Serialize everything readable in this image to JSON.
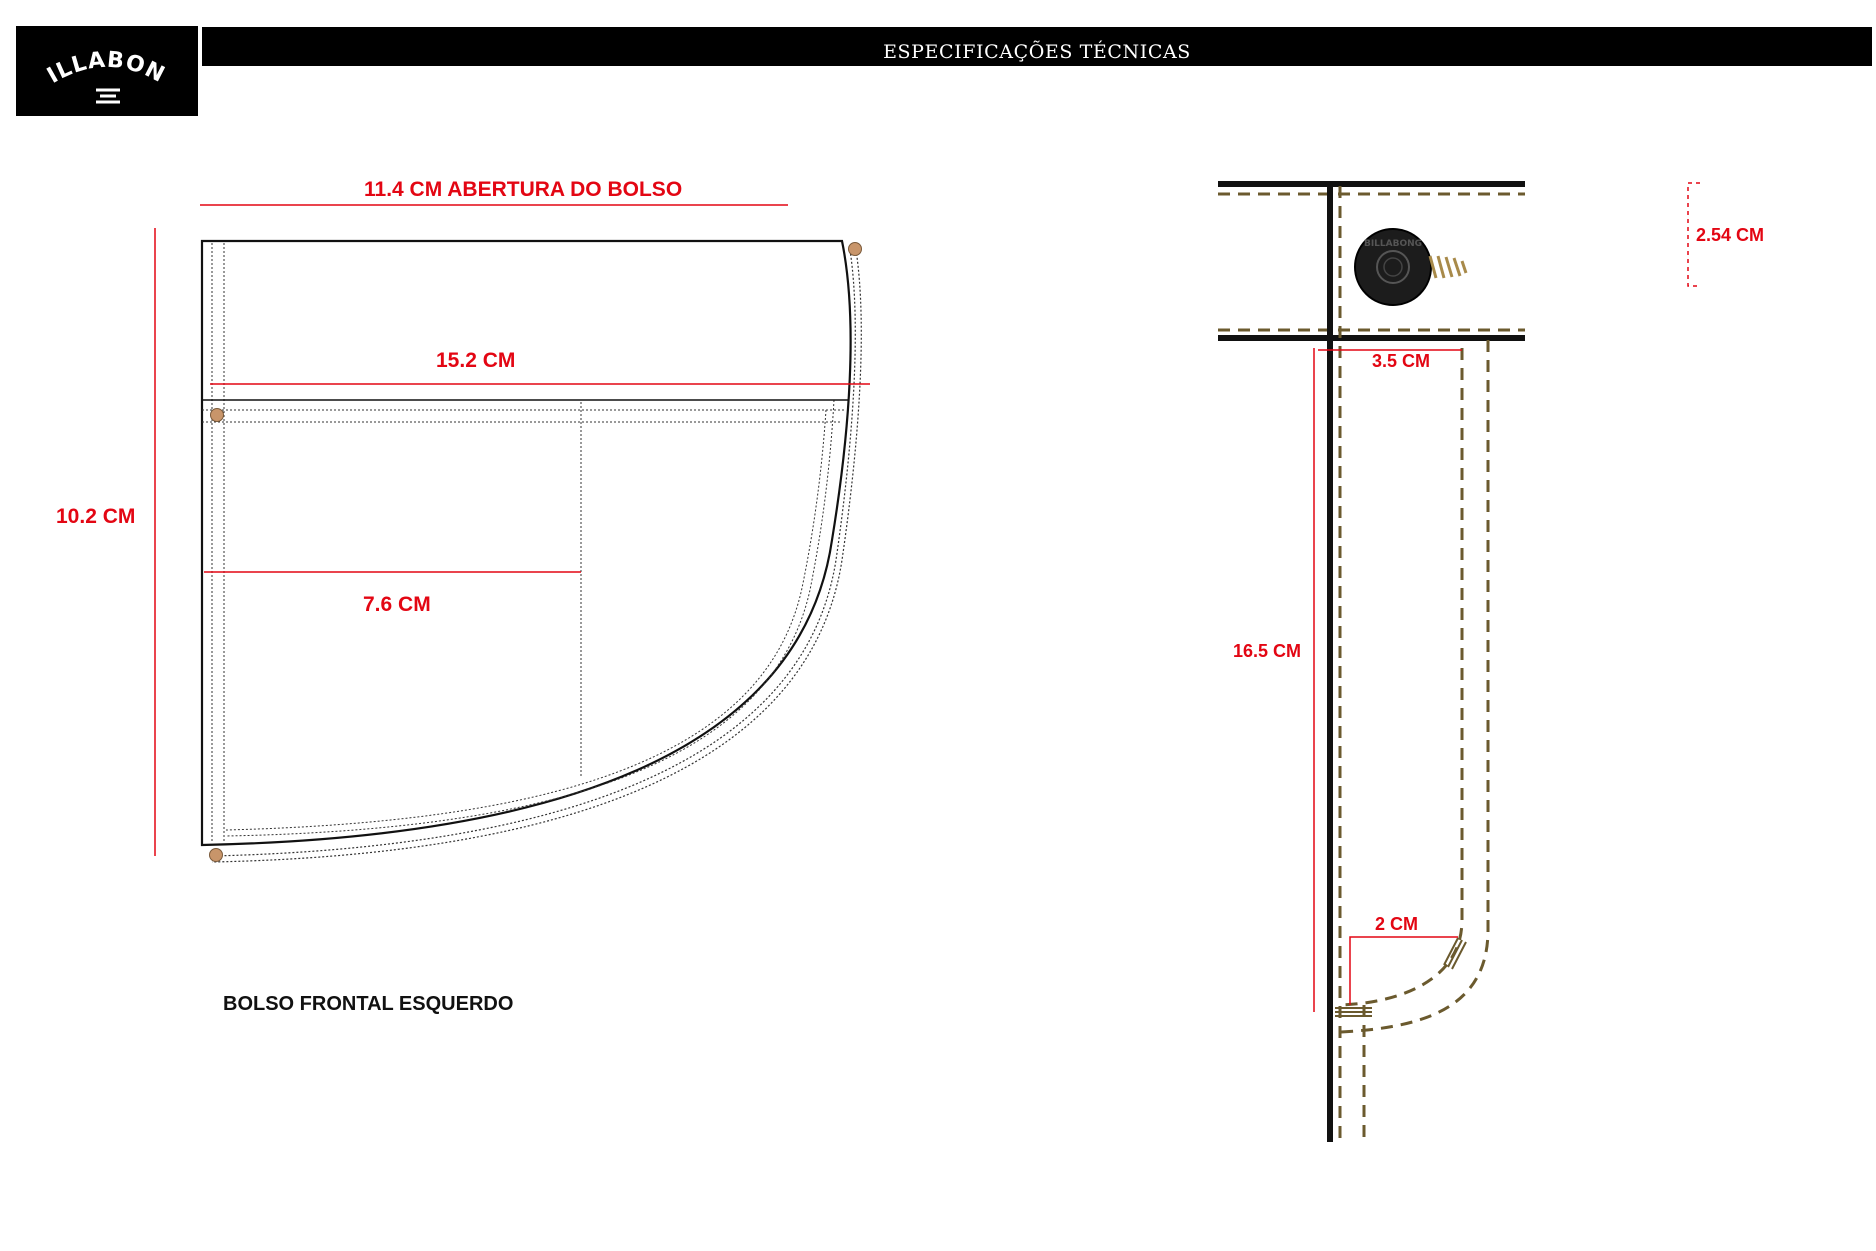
{
  "header": {
    "title": "ESPECIFICAÇÕES TÉCNICAS",
    "logo_text": "BILLABONG"
  },
  "pocket_front": {
    "caption": "BOLSO FRONTAL ESQUERDO",
    "dim_opening": "11.4 CM ABERTURA DO BOLSO",
    "dim_width": "15.2 CM",
    "dim_height": "10.2 CM",
    "dim_inner": "7.6 CM"
  },
  "pocket_side": {
    "dim_waistband": "2.54 CM",
    "dim_top": "3.5 CM",
    "dim_depth": "16.5 CM",
    "dim_bottom": "2 CM",
    "button_text": "BILLABONG"
  },
  "colors": {
    "dimension": "#e30613",
    "stitch": "#6b5a2e",
    "rivet": "#c8956a",
    "outline": "#111111"
  }
}
